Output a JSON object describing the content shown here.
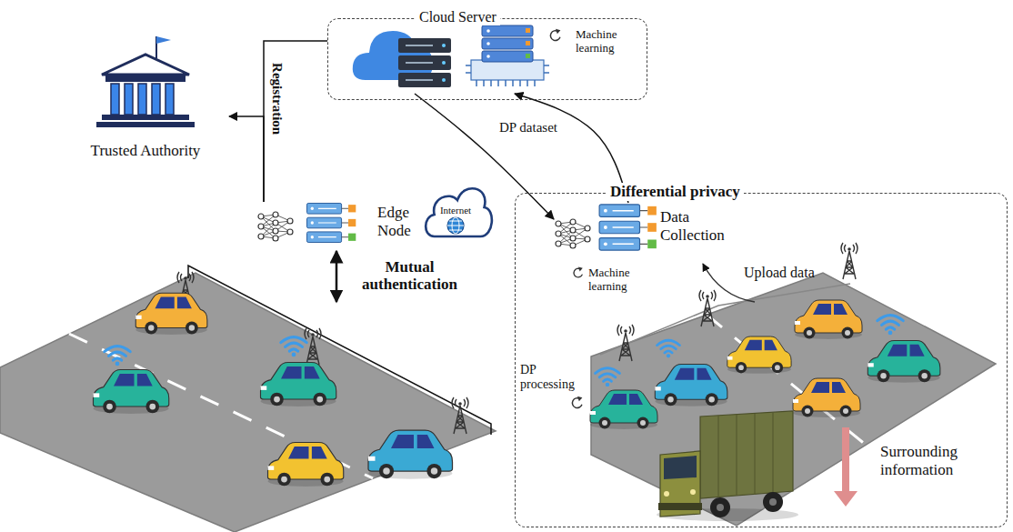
{
  "diagram": {
    "nodes": [
      {
        "text": [
          "Cloud Server"
        ]
      },
      {
        "text": [
          "Machine learning"
        ],
        "in": 0
      },
      {
        "text": [
          "Trusted Authority"
        ]
      },
      {
        "text": [
          "Edge Node"
        ]
      },
      {
        "text": [
          "Internet"
        ]
      },
      {
        "text": [
          "Differential privacy"
        ]
      },
      {
        "text": [
          "Data Collection",
          "Machine learning"
        ],
        "in": 5
      }
    ],
    "edges": [
      {
        "from": 3,
        "to": 2,
        "label": "Registration",
        "arrow": "to"
      },
      {
        "from": 3,
        "to": 0,
        "arrow": "none"
      },
      {
        "from": 1,
        "to": 6,
        "arrow": "to"
      },
      {
        "from": 6,
        "to": 1,
        "label": "DP dataset",
        "arrow": "to"
      }
    ],
    "labels": [
      "Mutual authentication",
      "Upload data",
      "DP processing",
      "Surrounding information"
    ]
  }
}
